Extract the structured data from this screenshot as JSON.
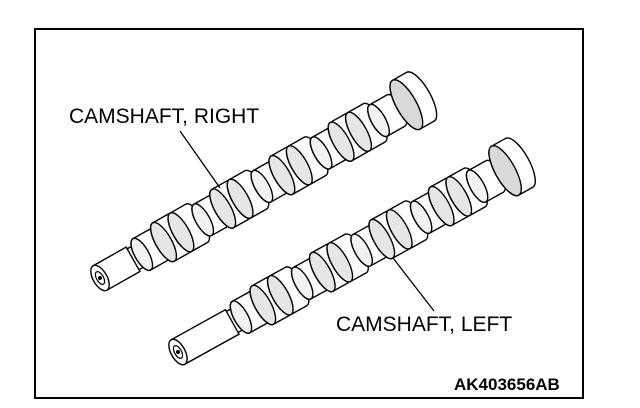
{
  "labels": {
    "camshaft_right": "CAMSHAFT, RIGHT",
    "camshaft_left": "CAMSHAFT, LEFT"
  },
  "figure_id": "AK403656AB",
  "parts": [
    {
      "name": "camshaft-right",
      "label_key": "camshaft_right"
    },
    {
      "name": "camshaft-left",
      "label_key": "camshaft_left"
    }
  ]
}
